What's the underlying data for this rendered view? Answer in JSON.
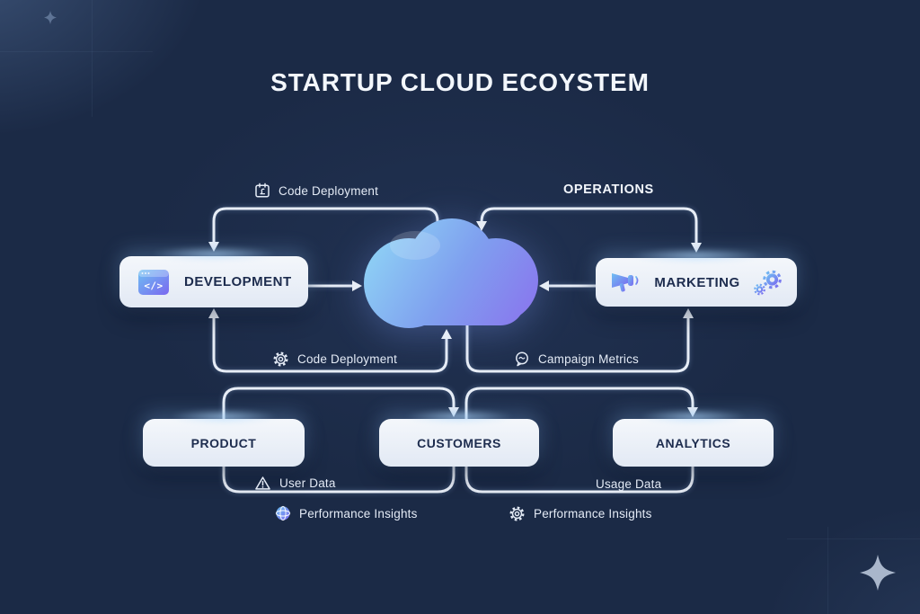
{
  "title": "STARTUP CLOUD ECOYSTEM",
  "colors": {
    "background": "#1b2a46",
    "node_fill": "#e9eef6",
    "node_text": "#1d2c4e",
    "connector": "#e7edf6",
    "label_text": "#e4ebf6",
    "cloud_gradient_start": "#8ed1f5",
    "cloud_gradient_end": "#8a72ee",
    "icon_gradient_start": "#6fc0f2",
    "icon_gradient_end": "#7a68f0",
    "star": "#a9b6cb"
  },
  "nodes": {
    "cloud": {
      "name": "cloud",
      "icon": "cloud-icon"
    },
    "development": {
      "label": "DEVELOPMENT",
      "icon": "code-window-icon",
      "icon_glyph": "</>"
    },
    "marketing": {
      "label": "MARKETING",
      "icon_left": "megaphone-icon",
      "icon_right": "gears-icon"
    },
    "product": {
      "label": "PRODUCT"
    },
    "customers": {
      "label": "CUSTOMERS"
    },
    "analytics": {
      "label": "ANALYTICS"
    }
  },
  "edge_labels": {
    "code_deployment_top": {
      "label": "Code Deployment",
      "icon": "deploy-calendar-icon"
    },
    "operations": {
      "label": "OPERATIONS"
    },
    "code_deployment_bottom": {
      "label": "Code Deployment",
      "icon": "gear-outline-icon"
    },
    "campaign_metrics": {
      "label": "Campaign Metrics",
      "icon": "chat-bubble-icon"
    },
    "user_data": {
      "label": "User Data",
      "icon": "warning-triangle-icon"
    },
    "usage_data": {
      "label": "Usage Data"
    },
    "performance_insights_left": {
      "label": "Performance Insights",
      "icon": "globe-sphere-icon"
    },
    "performance_insights_right": {
      "label": "Performance Insights",
      "icon": "gear-outline-icon"
    }
  },
  "connections": [
    {
      "from": "cloud",
      "to": "development",
      "label": "Code Deployment",
      "arrow": "one-way"
    },
    {
      "from": "cloud",
      "to": "marketing",
      "label": "OPERATIONS",
      "arrow": "two-way"
    },
    {
      "from": "development",
      "to": "cloud",
      "arrow": "one-way"
    },
    {
      "from": "marketing",
      "to": "cloud",
      "arrow": "one-way"
    },
    {
      "from": "development",
      "to": "cloud",
      "label": "Code Deployment",
      "arrow": "two-way"
    },
    {
      "from": "cloud",
      "to": "marketing",
      "label": "Campaign Metrics",
      "arrow": "one-way"
    },
    {
      "from": "product",
      "to": "customers",
      "arrow": "one-way"
    },
    {
      "from": "customers",
      "to": "analytics",
      "arrow": "one-way"
    },
    {
      "from": "product",
      "to": "customers",
      "label": "User Data",
      "arrow": "line"
    },
    {
      "from": "customers",
      "to": "analytics",
      "label": "Usage Data",
      "arrow": "line"
    }
  ]
}
